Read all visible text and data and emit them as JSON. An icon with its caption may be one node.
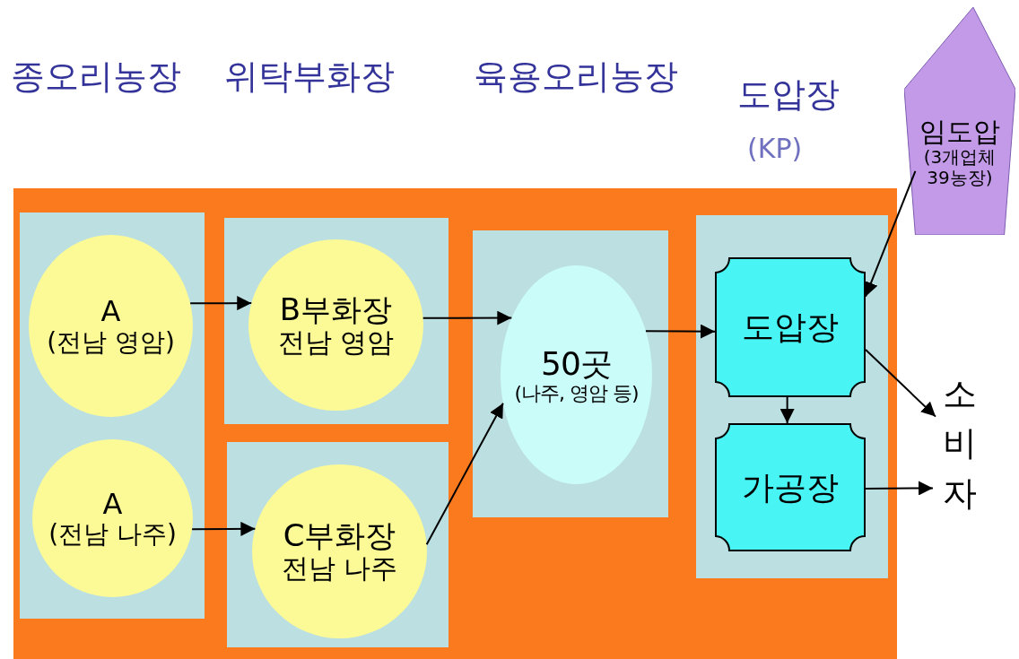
{
  "diagram": {
    "nodes": [
      {
        "text": [
          "A",
          "(전남 영암)"
        ]
      },
      {
        "text": [
          "A",
          "(전남 나주)"
        ]
      },
      {
        "text": [
          "B부화장",
          "전남 영암"
        ]
      },
      {
        "text": [
          "C부화장",
          "전남 나주"
        ]
      },
      {
        "text": [
          "50곳",
          "(나주, 영암 등)"
        ]
      },
      {
        "text": [
          "임도압",
          "(3개업체 39농장)"
        ]
      },
      {
        "text": [
          "도압장"
        ]
      },
      {
        "text": [
          "가공장"
        ]
      },
      {
        "text": [
          "소비자"
        ]
      }
    ],
    "edges": [
      {
        "from": 0,
        "to": 2,
        "arrow": "to"
      },
      {
        "from": 1,
        "to": 3,
        "arrow": "to"
      },
      {
        "from": 2,
        "to": 4,
        "arrow": "to"
      },
      {
        "from": 3,
        "to": 4,
        "arrow": "to"
      },
      {
        "from": 4,
        "to": 6,
        "arrow": "to"
      },
      {
        "from": 5,
        "to": 6,
        "arrow": "to"
      },
      {
        "from": 6,
        "to": 7,
        "arrow": "to"
      },
      {
        "from": 6,
        "to": 8,
        "arrow": "to"
      },
      {
        "from": 7,
        "to": 8,
        "arrow": "to"
      }
    ],
    "labels": [
      "종오리농장",
      "위탁부화장",
      "육용오리농장",
      "도압장",
      "(KP)"
    ]
  }
}
